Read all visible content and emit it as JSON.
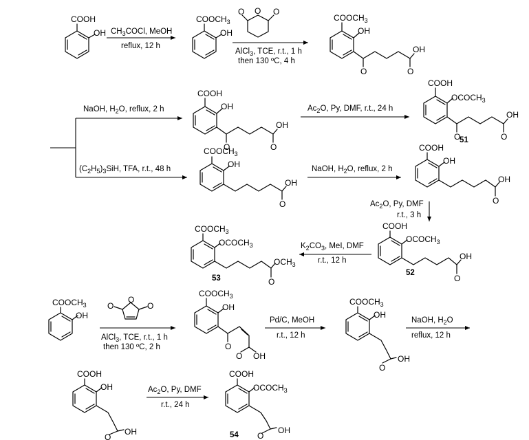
{
  "labels": {
    "cooh": "COOH",
    "coome": "COOCH3",
    "oh": "OH",
    "ococh3": "OCOCH3",
    "och3": "OCH3",
    "o": "O"
  },
  "compound_numbers": {
    "c51": "51",
    "c52": "52",
    "c53": "53",
    "c54": "54"
  },
  "conditions": {
    "r1_top": "CH3COCl, MeOH",
    "r1_bottom": "reflux, 12 h",
    "r2_bottom1": "AlCl3, TCE, r.t., 1 h",
    "r2_bottom2": "then 130 ºC, 4 h",
    "r3_top": "NaOH, H2O, reflux, 2 h",
    "r4_top": "Ac2O, Py, DMF, r.t., 24 h",
    "r5_top": "(C2H5)3SiH, TFA, r.t., 48 h",
    "r6_top": "NaOH, H2O, reflux, 2 h",
    "r7_1": "Ac2O, Py, DMF",
    "r7_2": "r.t., 3 h",
    "r8_top": "K2CO3, MeI, DMF",
    "r8_bottom": "r.t., 12 h",
    "r9_bottom1": "AlCl3, TCE, r.t., 1 h",
    "r9_bottom2": "then 130 ºC, 2 h",
    "r10_top": "Pd/C, MeOH",
    "r10_bottom": "r.t., 12 h",
    "r11_top": "NaOH, H2O",
    "r11_bottom": "reflux, 12 h",
    "r12_top": "Ac2O, Py, DMF",
    "r12_bottom": "r.t., 24 h"
  }
}
